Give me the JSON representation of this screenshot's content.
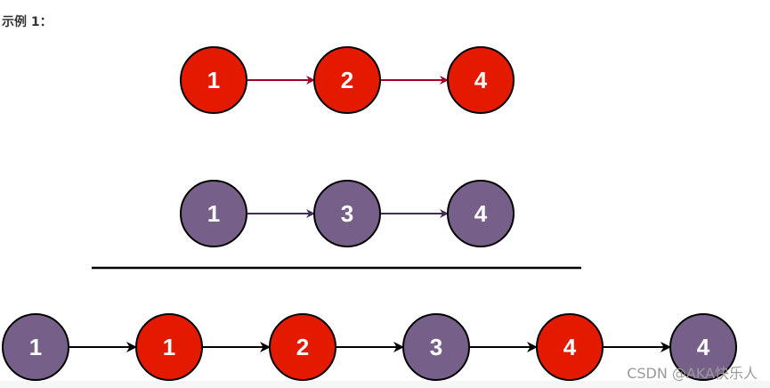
{
  "heading": "示例 1：",
  "watermark": "CSDN @AKA快乐人",
  "colors": {
    "red": "#e31a00",
    "purple": "#76608a",
    "red_arrow": "#a20025",
    "purple_arrow": "#432d57",
    "black": "#000000"
  },
  "lists": [
    {
      "id": "list1",
      "color": "red",
      "values": [
        "1",
        "2",
        "4"
      ]
    },
    {
      "id": "list2",
      "color": "purple",
      "values": [
        "1",
        "3",
        "4"
      ]
    },
    {
      "id": "merged",
      "color": "mixed",
      "values": [
        "1",
        "1",
        "2",
        "3",
        "4",
        "4"
      ],
      "node_colors": [
        "purple",
        "red",
        "red",
        "purple",
        "red",
        "purple"
      ]
    }
  ]
}
